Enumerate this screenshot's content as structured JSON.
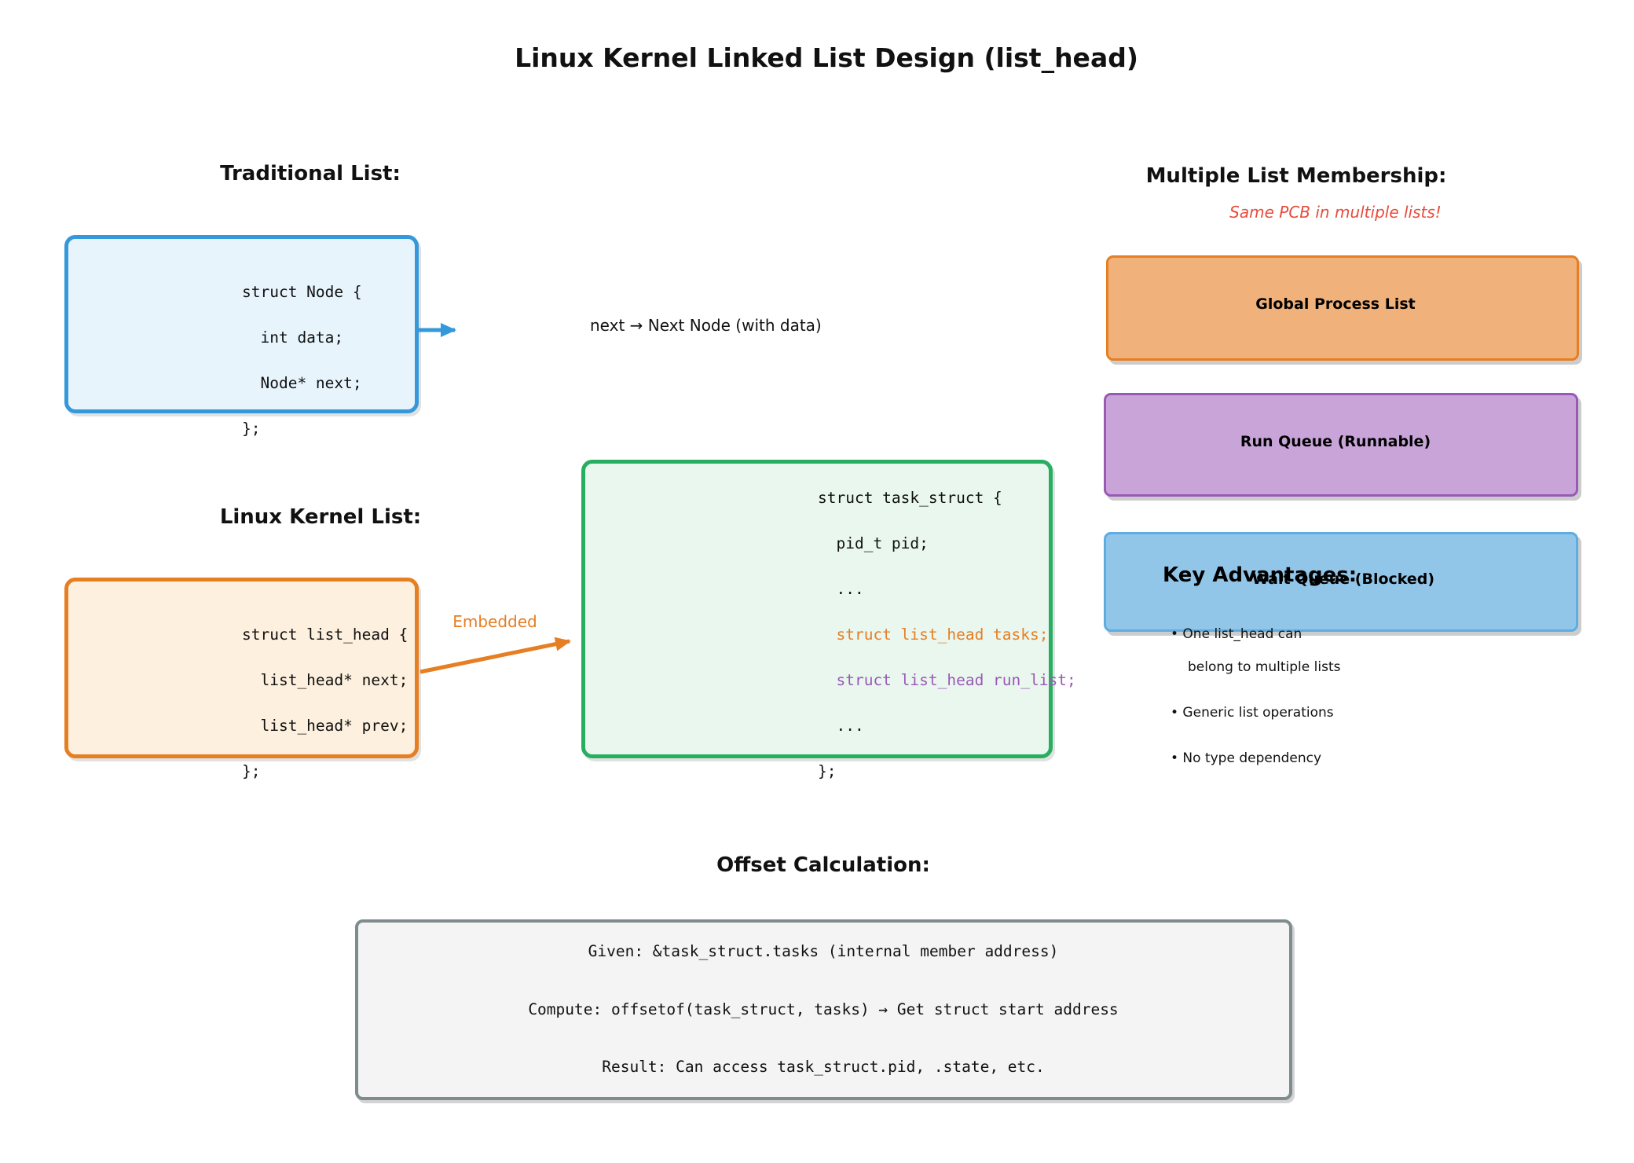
{
  "title": "Linux Kernel Linked List Design (list_head)",
  "traditional": {
    "heading": "Traditional List:",
    "code": [
      "struct Node {",
      "  int data;",
      "  Node* next;",
      "};"
    ],
    "arrow_label": "next → Next Node (with data)",
    "box_fill": "#e8f4fc",
    "box_border": "#3498db",
    "arrow_color": "#3498db"
  },
  "kernel": {
    "heading": "Linux Kernel List:",
    "code": [
      "struct list_head {",
      "  list_head* next;",
      "  list_head* prev;",
      "};"
    ],
    "embedded_label": "Embedded",
    "box_fill": "#fdf0de",
    "box_border": "#e67e22",
    "arrow_color": "#e67e22"
  },
  "task_struct": {
    "box_fill": "#e9f7ef",
    "box_border": "#27ae60",
    "code_lines": [
      {
        "text": "struct task_struct {",
        "color": "#111111"
      },
      {
        "text": "  pid_t pid;",
        "color": "#111111"
      },
      {
        "text": "  ...",
        "color": "#111111"
      },
      {
        "text": "  struct list_head tasks;",
        "color": "#e67e22"
      },
      {
        "text": "  struct list_head run_list;",
        "color": "#9b59b6"
      },
      {
        "text": "  ...",
        "color": "#111111"
      },
      {
        "text": "};",
        "color": "#111111"
      }
    ]
  },
  "membership": {
    "heading": "Multiple List Membership:",
    "note": "Same PCB in multiple lists!",
    "note_color": "#e74c3c",
    "boxes": [
      {
        "label": "Global Process List",
        "fill": "#f0b27a",
        "border": "#e67e22"
      },
      {
        "label": "Run Queue (Runnable)",
        "fill": "#c8a4d8",
        "border": "#9b59b6"
      },
      {
        "label": "Wait Queue (Blocked)",
        "fill": "#92c6e9",
        "border": "#5dade2"
      }
    ]
  },
  "advantages": {
    "heading": "Key Advantages:",
    "bullet1_line1": "• One list_head can",
    "bullet1_line2": "belong to multiple lists",
    "bullet2": "• Generic list operations",
    "bullet3": "• No type dependency"
  },
  "offset": {
    "heading": "Offset Calculation:",
    "lines": [
      "Given: &task_struct.tasks (internal member address)",
      "Compute: offsetof(task_struct, tasks) → Get struct start address",
      "Result: Can access task_struct.pid, .state, etc."
    ],
    "box_fill": "#f4f4f4",
    "box_border": "#7f8c8d"
  }
}
